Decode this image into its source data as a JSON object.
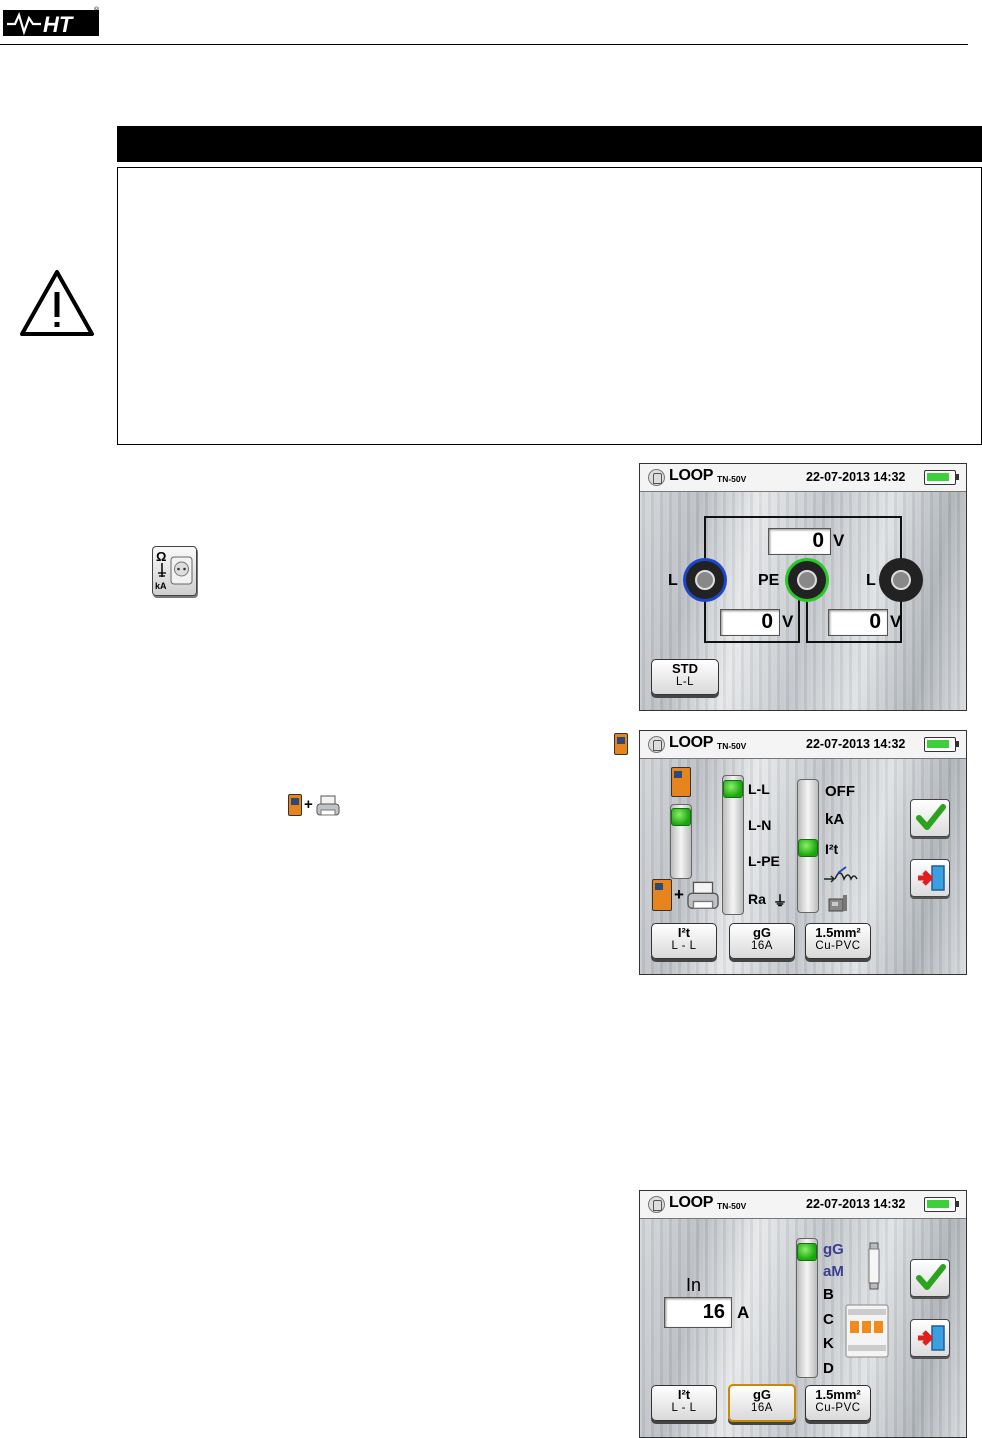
{
  "header": {
    "brand": "HT",
    "registered": "®"
  },
  "icons": {
    "warning": "warning-triangle-icon",
    "loop_mode": "ohm-kA-socket-icon",
    "instrument": "instrument-icon",
    "instrument_plus_printer": "instrument-plus-printer-icon",
    "confirm": "check-icon",
    "exit": "exit-icon"
  },
  "colors": {
    "accent_green": "#3ed03a",
    "phase_blue": "#1c46c8",
    "pe_green": "#28c828",
    "selected_border": "#c98a00",
    "option_blue": "#3d3d8f"
  },
  "screens": [
    {
      "status": {
        "title": "LOOP",
        "subtitle": "TN-50V",
        "datetime": "22-07-2013 14:32"
      },
      "terminals": {
        "left": "L",
        "middle": "PE",
        "right": "L"
      },
      "readings": {
        "top_value": "0",
        "top_unit": "V",
        "left_value": "0",
        "left_unit": "V",
        "right_value": "0",
        "right_unit": "V"
      },
      "button": {
        "line1": "STD",
        "line2": "L-L"
      }
    },
    {
      "status": {
        "title": "LOOP",
        "subtitle": "TN-50V",
        "datetime": "22-07-2013 14:32"
      },
      "mode_options": [
        "L-L",
        "L-N",
        "L-PE",
        "Ra"
      ],
      "earth_symbol": "⏚",
      "test_options": [
        "OFF",
        "kA",
        "I²t"
      ],
      "buttons": [
        {
          "line1": "I²t",
          "line2": "L - L"
        },
        {
          "line1": "gG",
          "line2": "16A"
        },
        {
          "line1": "1.5mm²",
          "line2": "Cu-PVC"
        }
      ]
    },
    {
      "status": {
        "title": "LOOP",
        "subtitle": "TN-50V",
        "datetime": "22-07-2013 14:32"
      },
      "in_label": "In",
      "in_value": "16",
      "in_unit": "A",
      "protection_options": [
        "gG",
        "aM",
        "B",
        "C",
        "K",
        "D"
      ],
      "buttons": [
        {
          "line1": "I²t",
          "line2": "L - L"
        },
        {
          "line1": "gG",
          "line2": "16A"
        },
        {
          "line1": "1.5mm²",
          "line2": "Cu-PVC"
        }
      ]
    }
  ]
}
